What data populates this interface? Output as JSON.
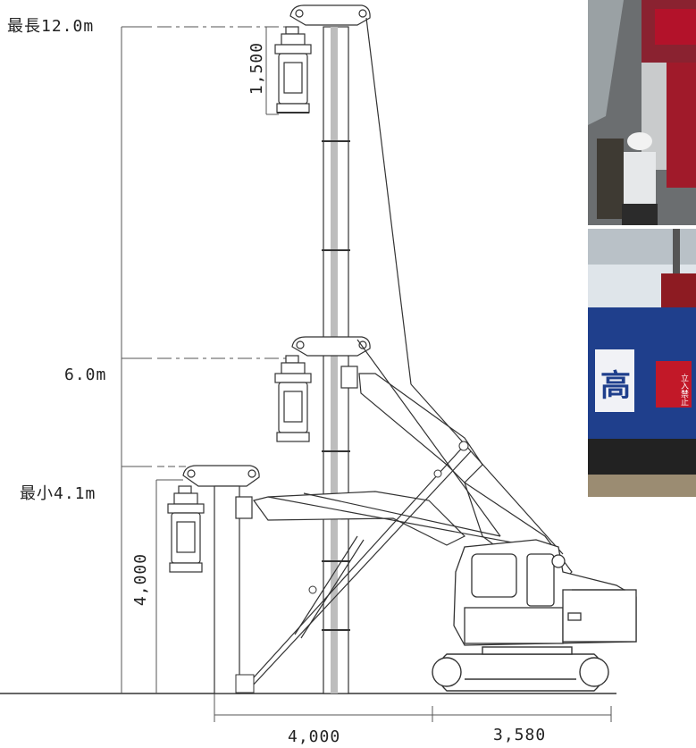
{
  "labels": {
    "max_height": "最長12.0m",
    "mid_height": "6.0m",
    "min_height": "最小4.1m",
    "top_dim": "1,500",
    "left_dim": "4,000",
    "bottom_dim_left": "4,000",
    "bottom_dim_right": "3,580"
  },
  "photos": {
    "top_icon": "worker-photo",
    "bottom_icon": "machine-photo",
    "sign_text_1": "立入禁止",
    "sign_text_2": "高"
  },
  "colors": {
    "line": "#333333",
    "mast": "#bdbdbd",
    "photo_red": "#b3122a",
    "photo_blue": "#1f3f8c"
  }
}
